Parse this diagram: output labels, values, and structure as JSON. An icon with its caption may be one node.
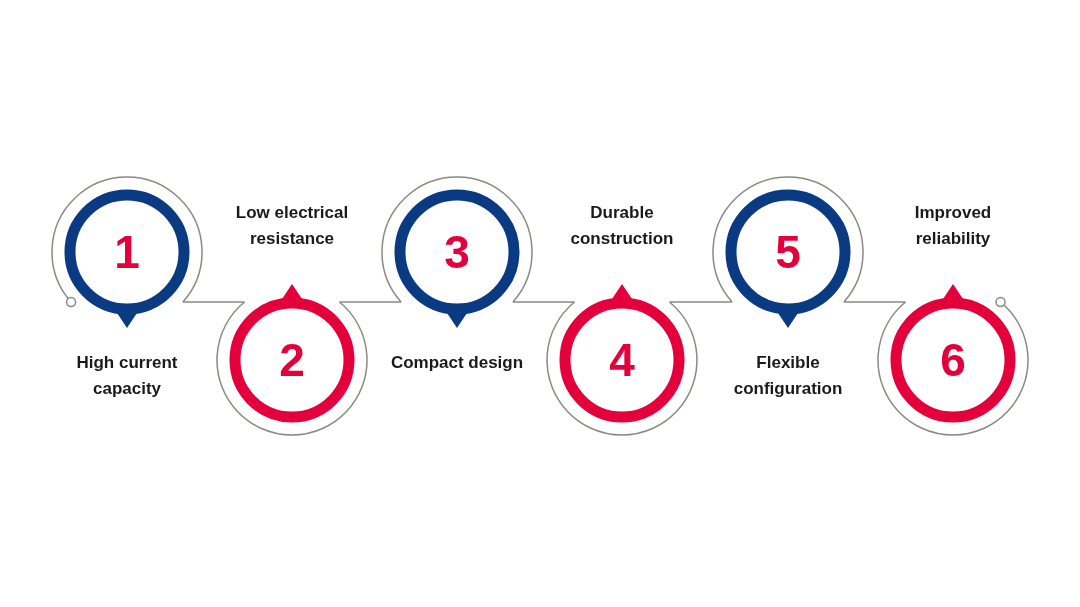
{
  "diagram": {
    "nodes": [
      {
        "text": [
          "1"
        ],
        "beside": [
          "High current capacity"
        ]
      },
      {
        "text": [
          "2"
        ],
        "beside": [
          "Low electrical resistance"
        ]
      },
      {
        "text": [
          "3"
        ],
        "beside": [
          "Compact design"
        ]
      },
      {
        "text": [
          "4"
        ],
        "beside": [
          "Durable construction"
        ]
      },
      {
        "text": [
          "5"
        ],
        "beside": [
          "Flexible configuration"
        ]
      },
      {
        "text": [
          "6"
        ],
        "beside": [
          "Improved reliability"
        ]
      }
    ],
    "edges": [
      {
        "from": 0,
        "to": 1,
        "arrow": "none"
      },
      {
        "from": 1,
        "to": 2,
        "arrow": "none"
      },
      {
        "from": 2,
        "to": 3,
        "arrow": "none"
      },
      {
        "from": 3,
        "to": 4,
        "arrow": "none"
      },
      {
        "from": 4,
        "to": 5,
        "arrow": "none"
      }
    ]
  }
}
